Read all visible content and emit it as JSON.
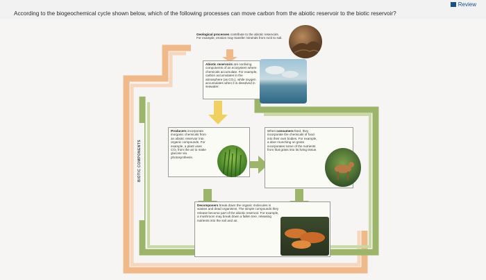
{
  "header": {
    "review_label": "Review",
    "question": "According to the biogeochemical cycle shown below, which of the following processes can move carbon from the abiotic reservoir to the biotic reservoir?"
  },
  "diagram": {
    "geological": {
      "lead": "Geological processes",
      "text": " contribute to the abiotic reservoirs. For example, erosion may transfer minerals from rock to soil."
    },
    "abiotic": {
      "lead": "Abiotic reservoirs",
      "text": " are nonliving components of an ecosystem where chemicals accumulate. For example, carbon accumulates in the atmosphere (as CO₂), while oxygen accumulates when it is dissolved in seawater."
    },
    "producers": {
      "lead": "Producers",
      "text": " incorporate inorganic chemicals from an abiotic reservoir into organic compounds. For example, a plant uses CO₂ from the air to make glucose via photosynthesis."
    },
    "consumers": {
      "lead_pre": "When ",
      "lead": "consumers",
      "text": " feed, they incorporate the chemicals of food into their own bodies. For example, a deer munching on grass incorporates some of the nutrients from that grass into its living tissue."
    },
    "decomposers": {
      "lead": "Decomposers",
      "text": " break down the organic molecules in wastes and dead organisms. The simple compounds they release become part of the abiotic reservoir. For example, a mushroom may break down a fallen tree, releasing nutrients into the soil and air."
    },
    "biotic_label": "BIOTIC COMPONENTS"
  },
  "colors": {
    "abiotic_loop": "#efb98a",
    "biotic_loop": "#9cb56a",
    "arrow": "#f0d060",
    "card_border": "#9a9a9a"
  }
}
